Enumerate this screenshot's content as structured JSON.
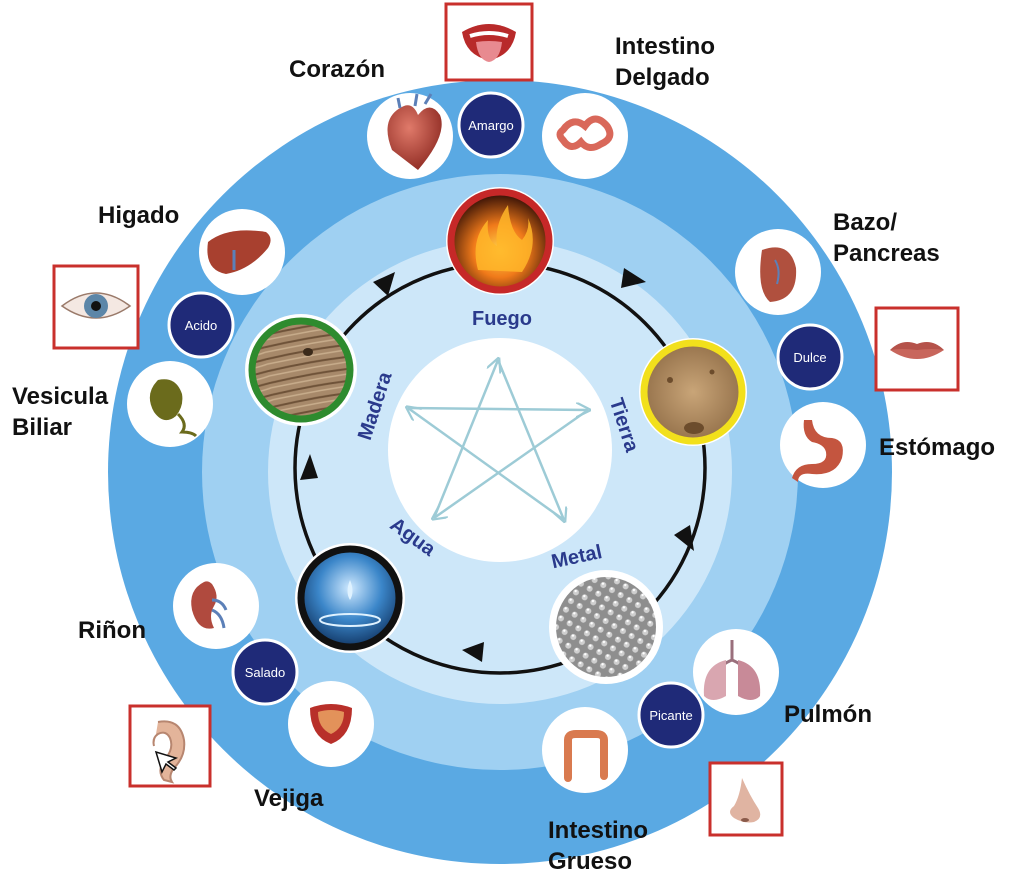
{
  "elements": {
    "fuego": "Fuego",
    "tierra": "Tierra",
    "metal": "Metal",
    "agua": "Agua",
    "madera": "Madera"
  },
  "flavors": {
    "amargo": "Amargo",
    "dulce": "Dulce",
    "picante": "Picante",
    "salado": "Salado",
    "acido": "Acido"
  },
  "organs": {
    "corazon": "Corazón",
    "intestino_delgado_1": "Intestino",
    "intestino_delgado_2": "Delgado",
    "bazo_1": "Bazo/",
    "bazo_2": "Pancreas",
    "estomago": "Estómago",
    "pulmon": "Pulmón",
    "intestino_grueso_1": "Intestino",
    "intestino_grueso_2": "Grueso",
    "vejiga": "Vejiga",
    "rinon": "Riñon",
    "vesicula_1": "Vesicula",
    "vesicula_2": "Biliar",
    "higado": "Higado"
  },
  "colors": {
    "outer_ring": "#5aa9e3",
    "middle_ring": "#9fd0f2",
    "inner_disc": "#cde7f9",
    "flavor_dot": "#1f2a78",
    "label_blue": "#2a3a8c",
    "fire_border": "#c62828",
    "earth_border": "#f2e01c",
    "metal_border": "#ffffff",
    "water_border": "#111111",
    "wood_border": "#2e8b2e",
    "sense_border": "#c9302c"
  }
}
